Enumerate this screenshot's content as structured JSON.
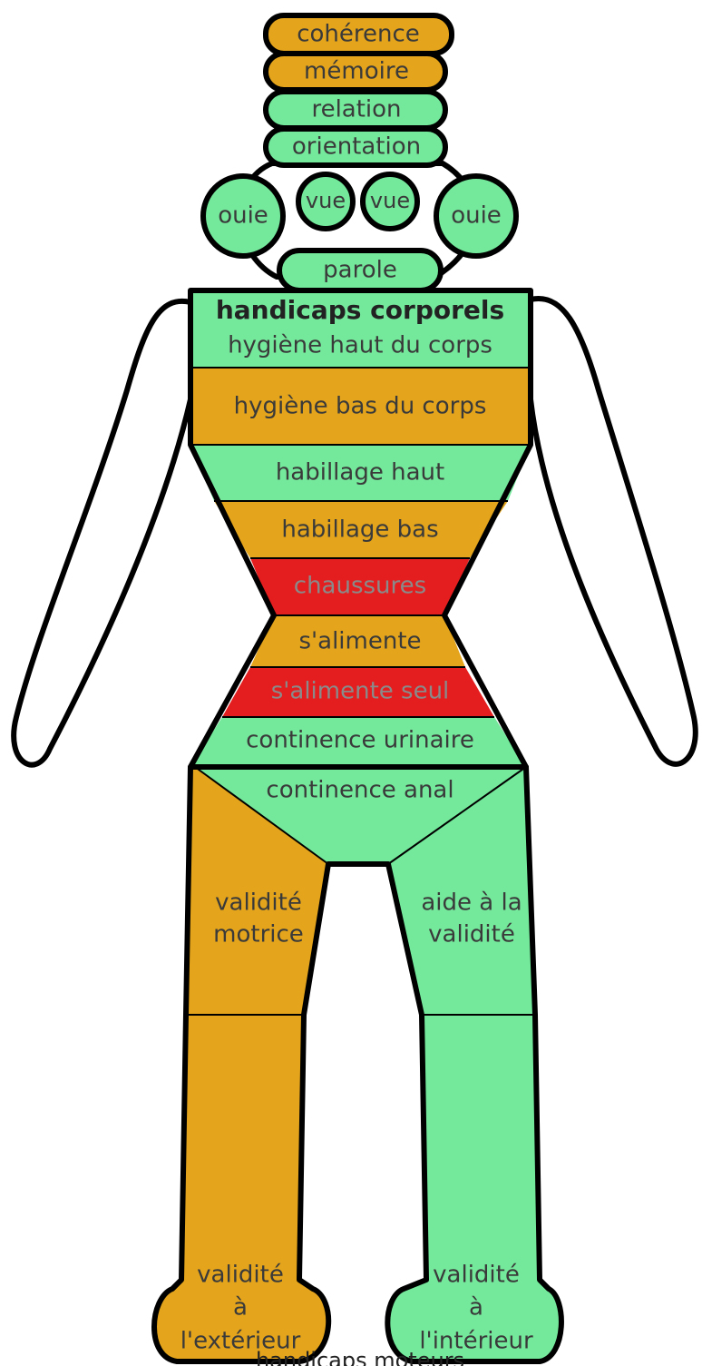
{
  "colors": {
    "green": "#74e99c",
    "orange": "#e4a41b",
    "red": "#e41e1e",
    "outline": "#000000",
    "text": "#3a3a3a"
  },
  "head": {
    "coherence": "cohérence",
    "memoire": "mémoire",
    "relation": "relation",
    "orientation": "orientation",
    "ouie_left": "ouie",
    "vue_left": "vue",
    "vue_right": "vue",
    "ouie_right": "ouie",
    "parole": "parole"
  },
  "torso": {
    "title": "handicaps corporels",
    "hygiene_haut": "hygiène haut du corps",
    "hygiene_bas": "hygiène bas du corps",
    "habillage_haut": "habillage haut",
    "habillage_bas": "habillage bas",
    "chaussures": "chaussures",
    "s_alimente": "s'alimente",
    "s_alimente_seul": "s'alimente seul",
    "continence_urinaire": "continence urinaire",
    "continence_anal": "continence anal"
  },
  "legs": {
    "validite_motrice": [
      "validité",
      "motrice"
    ],
    "aide_validite": [
      "aide à la",
      "validité"
    ],
    "validite_exterieur": [
      "validité",
      "à",
      "l'extérieur"
    ],
    "validite_interieur": [
      "validité",
      "à",
      "l'intérieur"
    ]
  },
  "caption": "handicaps moteurs"
}
